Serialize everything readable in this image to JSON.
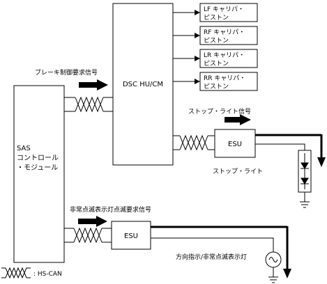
{
  "dsc_module": {
    "label": "DSC HU/CM"
  },
  "sas_module": {
    "lines": [
      "SAS",
      "コントロール",
      "・モジュール"
    ]
  },
  "calipers": [
    {
      "line1": "LF キャリパ・",
      "line2": "ピストン"
    },
    {
      "line1": "RF キャリパ・",
      "line2": "ピストン"
    },
    {
      "line1": "LR キャリパ・",
      "line2": "ピストン"
    },
    {
      "line1": "RR キャリパ・",
      "line2": "ピストン"
    }
  ],
  "signals": {
    "brake_request": "ブレーキ制御要求信号",
    "stop_light_signal": "ストップ・ライト信号",
    "hazard_request": "非常点滅表示灯点滅要求信号"
  },
  "esu_upper": {
    "label": "ESU"
  },
  "esu_lower": {
    "label": "ESU"
  },
  "stop_light": {
    "label": "ストップ・ライト"
  },
  "hazard_lamp": {
    "label": "方向指示/非常点滅表示灯"
  },
  "legend": {
    "label": ": HS-CAN"
  }
}
